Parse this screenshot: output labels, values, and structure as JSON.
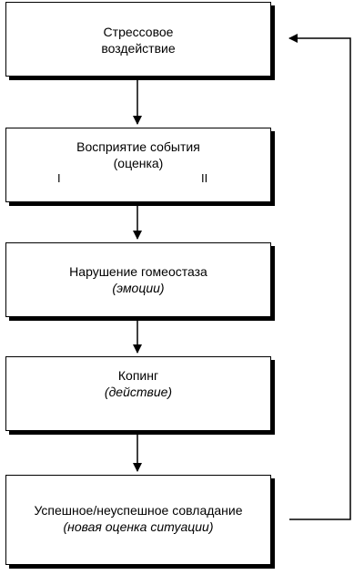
{
  "diagram": {
    "nodes": [
      {
        "id": "stress",
        "lines": [
          {
            "text": "Стрессовое",
            "italic": false
          },
          {
            "text": "воздействие",
            "italic": false
          }
        ]
      },
      {
        "id": "perception",
        "lines": [
          {
            "text": "Восприятие события",
            "italic": false
          },
          {
            "text": "(оценка)",
            "italic": false
          }
        ],
        "markers": [
          "I",
          "II"
        ]
      },
      {
        "id": "homeostasis",
        "lines": [
          {
            "text": "Нарушение гомеостаза",
            "italic": false
          },
          {
            "text": "(эмоции)",
            "italic": true
          }
        ]
      },
      {
        "id": "coping",
        "lines": [
          {
            "text": "Копинг",
            "italic": false
          },
          {
            "text": "(действие)",
            "italic": true
          }
        ]
      },
      {
        "id": "outcome",
        "lines": [
          {
            "text": "Успешное/неуспешное совладание",
            "italic": false
          },
          {
            "text": "(новая оценка ситуации)",
            "italic": true
          }
        ]
      }
    ],
    "edges": [
      {
        "from": "stress",
        "to": "perception"
      },
      {
        "from": "perception",
        "to": "homeostasis"
      },
      {
        "from": "homeostasis",
        "to": "coping"
      },
      {
        "from": "coping",
        "to": "outcome"
      },
      {
        "from": "outcome",
        "to": "stress",
        "route": "right-loop"
      }
    ],
    "colors": {
      "stroke": "#000000",
      "fill": "#ffffff"
    }
  }
}
